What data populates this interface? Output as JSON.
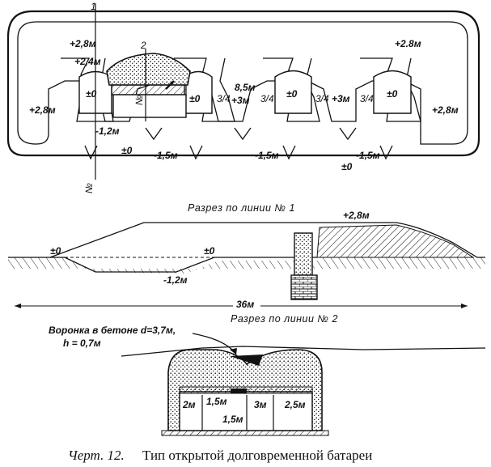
{
  "plan": {
    "labels": {
      "p28_left_top": "+2,8м",
      "p24": "+2,4м",
      "p28_right_top": "+2.8м",
      "p28_left": "+2,8м",
      "p28_right": "+2,8м",
      "z0_1": "±0",
      "z0_2": "±0",
      "z0_3": "±0",
      "z0_4": "±0",
      "m12": "-1,2м",
      "z0_bottom_left": "±0",
      "m15_a": "-1,5м",
      "m15_b": "-1,5м",
      "z0_bottom_right": "±0",
      "m15_c": "-1,5м",
      "p85": "8,5м",
      "p3_a": "+3м",
      "p3_b": "+3м",
      "frac_a": "3/4",
      "frac_b": "3/4",
      "frac_c": "3/4",
      "frac_d": "3/4",
      "line1_num": "1",
      "line1_no": "№",
      "line2_num": "2",
      "line2_no": "№"
    }
  },
  "section1": {
    "title": "Разрез по линии № 1",
    "p28": "+2,8м",
    "z0_left": "±0",
    "z0_mid": "±0",
    "m12": "-1,2м",
    "dim36": "36м"
  },
  "section2": {
    "title": "Разрез по линии № 2",
    "crater_line1": "Воронка в бетоне d=3,7м,",
    "crater_line2": "h = 0,7м",
    "d2m": "2м",
    "d15a": "1,5м",
    "d15b": "1,5м",
    "d3m": "3м",
    "d25": "2,5м"
  },
  "caption": {
    "prefix": "Черт. 12.",
    "text": "Тип открытой долговременной батареи"
  }
}
